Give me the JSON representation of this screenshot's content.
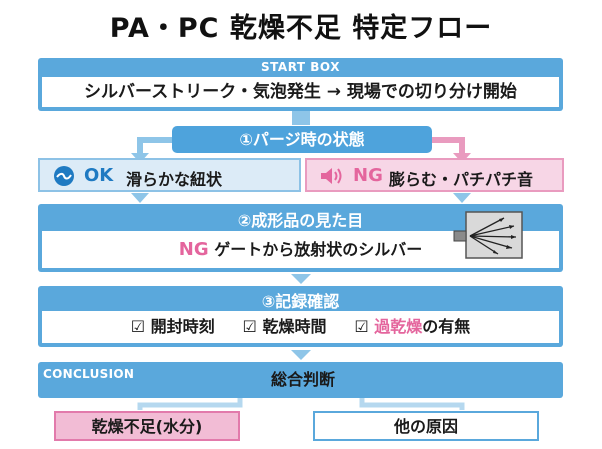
{
  "title": "PA・PC 乾燥不足 特定フロー",
  "start": {
    "band_label": "START BOX",
    "text": "シルバーストリーク・気泡発生 → 現場での切り分け開始"
  },
  "step1": {
    "label": "①パージ時の状態",
    "ok_tag": "OK",
    "ok_text": "滑らかな紐状",
    "ng_tag": "NG",
    "ng_text": "膨らむ・パチパチ音"
  },
  "step2": {
    "label": "②成形品の見た目",
    "ng_tag": "NG",
    "ng_text": "ゲートから放射状のシルバー"
  },
  "step3": {
    "label": "③記録確認",
    "check1": "開封時刻",
    "check2": "乾燥時間",
    "check3_highlight": "過乾燥",
    "check3_suffix": "の有無"
  },
  "conclusion": {
    "band_label": "CONCLUSION",
    "heading": "総合判断",
    "result_left": "乾燥不足(水分)",
    "result_right": "他の原因"
  },
  "icons": {
    "ok_icon": "wave-circle-icon",
    "ng_icon": "speaker-sound-icon",
    "diagram_icon": "radial-silver-streak-icon",
    "check_icon": "checkbox-checked-icon"
  },
  "colors": {
    "band_blue": "#5aa8dc",
    "ng_pink": "#e4659d",
    "ok_blue": "#1f7ac2"
  }
}
